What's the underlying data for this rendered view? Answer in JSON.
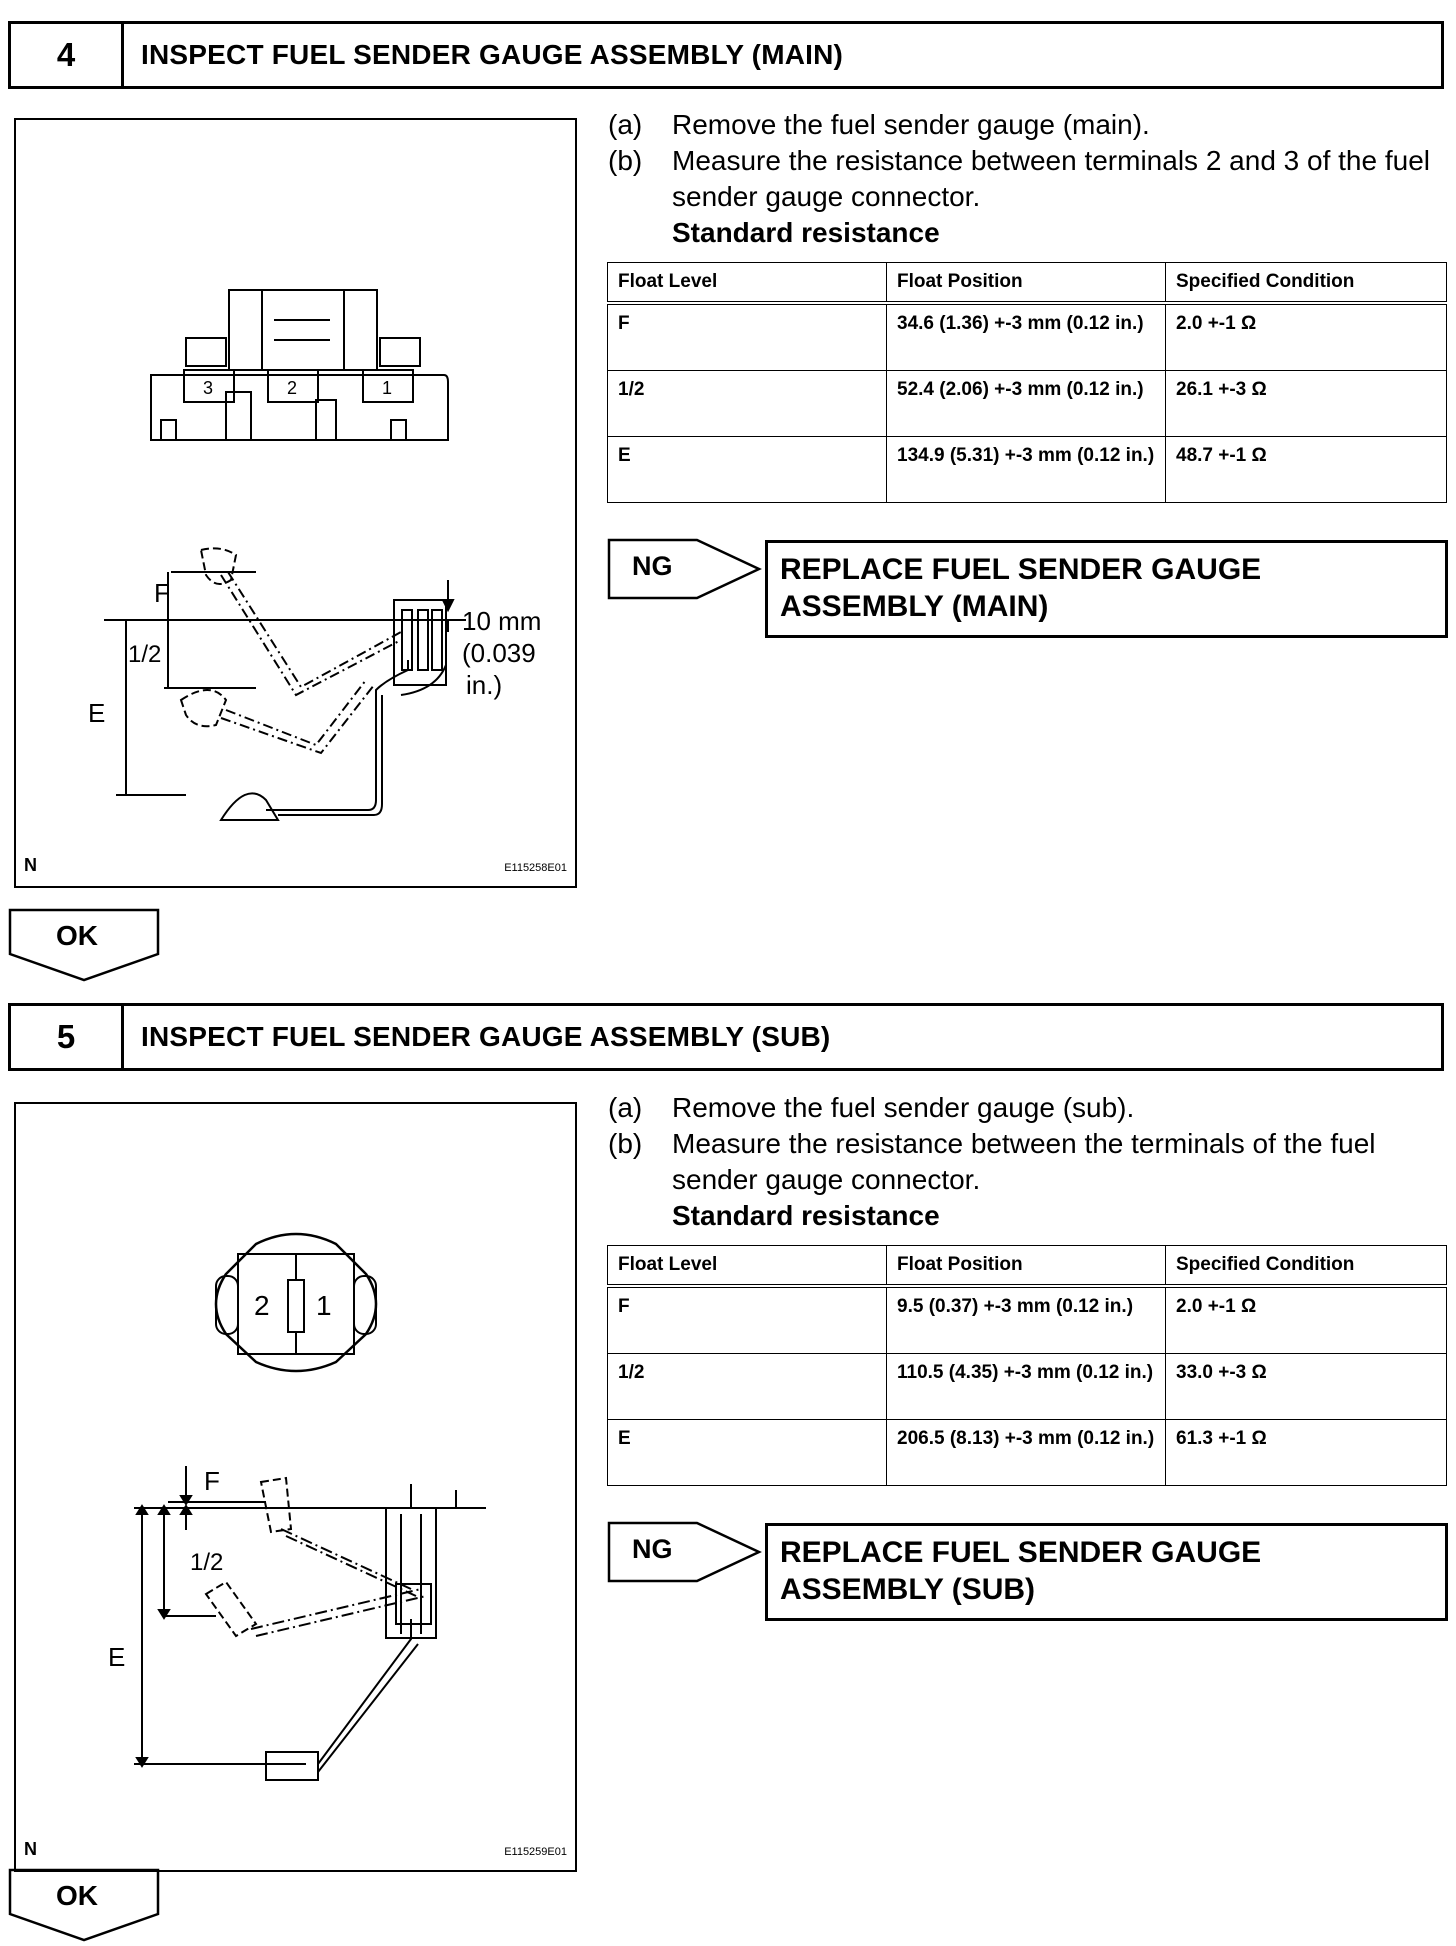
{
  "step4": {
    "number": "4",
    "title": "INSPECT FUEL SENDER GAUGE ASSEMBLY (MAIN)",
    "figure": {
      "terminal_labels": [
        "3",
        "2",
        "1"
      ],
      "level_f": "F",
      "level_half": "1/2",
      "level_e": "E",
      "dim_line1": "10 mm",
      "dim_line2": "(0.039",
      "dim_line3": "in.)",
      "corner_mark": "N",
      "code": "E115258E01"
    },
    "instructions": [
      {
        "label": "(a)",
        "text": "Remove the fuel sender gauge (main)."
      },
      {
        "label": "(b)",
        "text": "Measure the resistance between terminals 2 and 3 of the fuel sender gauge connector."
      }
    ],
    "standard_label": "Standard resistance",
    "table": {
      "headers": [
        "Float Level",
        "Float Position",
        "Specified Condition"
      ],
      "rows": [
        [
          "F",
          "34.6 (1.36) +-3 mm (0.12 in.)",
          "2.0 +-1 Ω"
        ],
        [
          "1/2",
          "52.4 (2.06) +-3 mm (0.12 in.)",
          "26.1 +-3 Ω"
        ],
        [
          "E",
          "134.9 (5.31) +-3 mm (0.12 in.)",
          "48.7 +-1 Ω"
        ]
      ]
    },
    "ng_label": "NG",
    "replace_line1": "REPLACE FUEL SENDER GAUGE",
    "replace_line2": "ASSEMBLY (MAIN)",
    "ok_label": "OK"
  },
  "step5": {
    "number": "5",
    "title": "INSPECT FUEL SENDER GAUGE ASSEMBLY (SUB)",
    "figure": {
      "terminal_labels": [
        "2",
        "1"
      ],
      "level_f": "F",
      "level_half": "1/2",
      "level_e": "E",
      "corner_mark": "N",
      "code": "E115259E01"
    },
    "instructions": [
      {
        "label": "(a)",
        "text": "Remove the fuel sender gauge (sub)."
      },
      {
        "label": "(b)",
        "text": "Measure the resistance between the terminals of the fuel sender gauge connector."
      }
    ],
    "standard_label": "Standard resistance",
    "table": {
      "headers": [
        "Float Level",
        "Float Position",
        "Specified Condition"
      ],
      "rows": [
        [
          "F",
          "9.5 (0.37) +-3 mm (0.12 in.)",
          "2.0 +-1 Ω"
        ],
        [
          "1/2",
          "110.5 (4.35) +-3 mm (0.12 in.)",
          "33.0 +-3 Ω"
        ],
        [
          "E",
          "206.5 (8.13) +-3 mm (0.12 in.)",
          "61.3 +-1 Ω"
        ]
      ]
    },
    "ng_label": "NG",
    "replace_line1": "REPLACE FUEL SENDER GAUGE",
    "replace_line2": "ASSEMBLY (SUB)",
    "ok_label": "OK"
  }
}
